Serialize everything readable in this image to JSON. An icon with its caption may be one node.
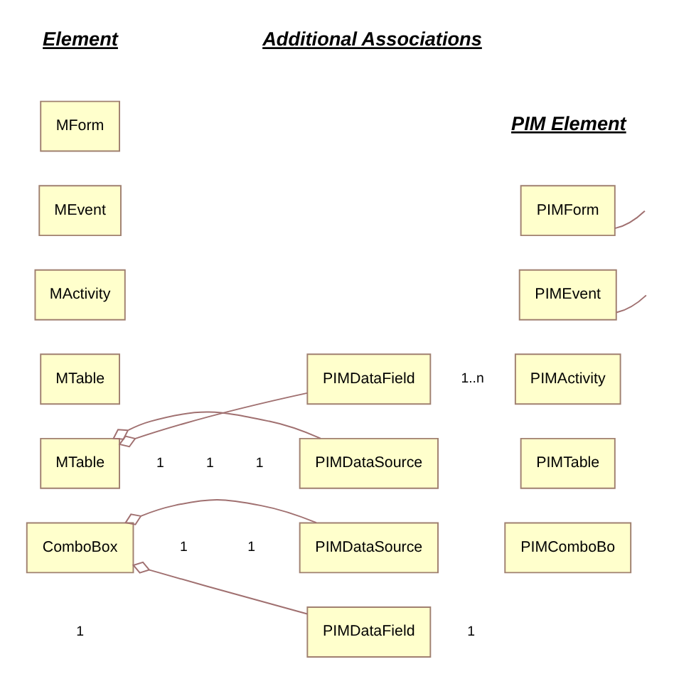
{
  "diagram": {
    "nodes": [
      {
        "text": [
          "MForm"
        ]
      },
      {
        "text": [
          "MEvent"
        ]
      },
      {
        "text": [
          "MActivity"
        ]
      },
      {
        "text": [
          "MTable"
        ]
      },
      {
        "text": [
          "MTable"
        ]
      },
      {
        "text": [
          "ComboBox"
        ]
      },
      {
        "text": [
          "PIMDataField"
        ]
      },
      {
        "text": [
          "PIMDataSource"
        ]
      },
      {
        "text": [
          "PIMDataSource"
        ]
      },
      {
        "text": [
          "PIMDataField"
        ]
      },
      {
        "text": [
          "PIMForm"
        ]
      },
      {
        "text": [
          "PIMEvent"
        ]
      },
      {
        "text": [
          "PIMActivity"
        ]
      },
      {
        "text": [
          "PIMTable"
        ]
      },
      {
        "text": [
          "PIMComboBo"
        ]
      }
    ],
    "edges": [
      {
        "from": 4,
        "to": 6,
        "arrow": "other"
      },
      {
        "from": 4,
        "to": 7,
        "arrow": "other"
      },
      {
        "from": 5,
        "to": 8,
        "arrow": "other"
      },
      {
        "from": 5,
        "to": 9,
        "arrow": "other"
      },
      {
        "from": 10,
        "to": null,
        "arrow": "none"
      },
      {
        "from": 11,
        "to": null,
        "arrow": "none"
      }
    ],
    "labels": [
      "Element",
      "Additional Associations",
      "PIM Element",
      "1..n",
      "1",
      "1",
      "1",
      "1",
      "1",
      "1",
      "1"
    ]
  }
}
